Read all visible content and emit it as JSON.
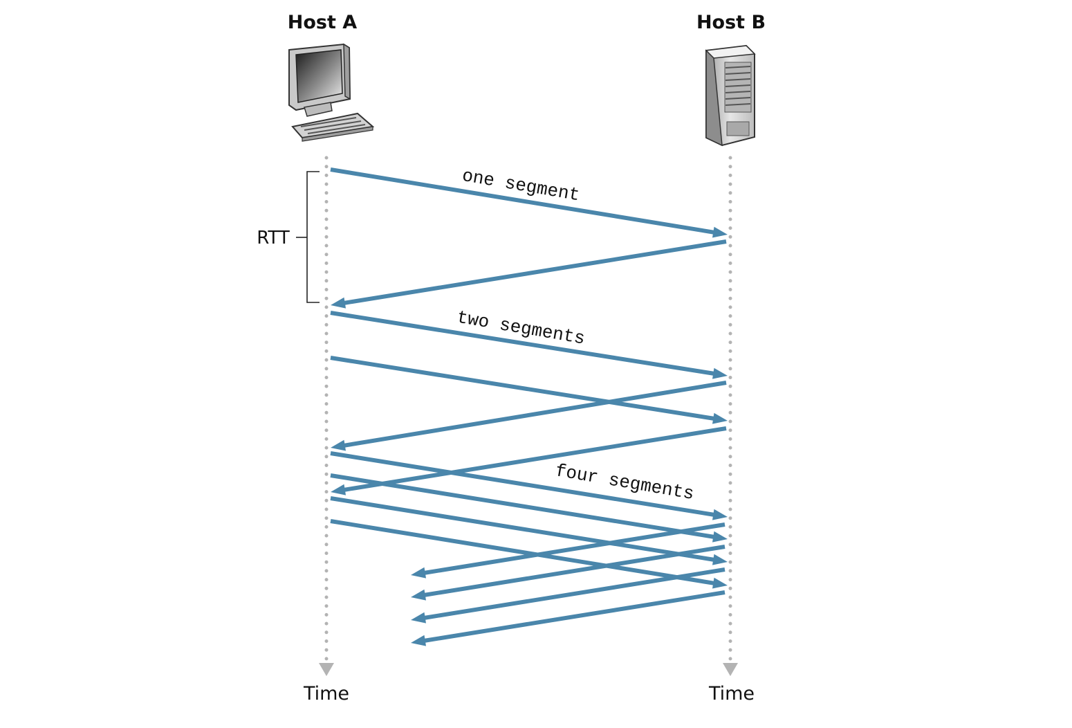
{
  "colors": {
    "arrow": "#4a86ab",
    "timeline": "#b3b3b3",
    "text": "#111111"
  },
  "hosts": {
    "a": {
      "label": "Host A",
      "icon": "desktop-computer-icon"
    },
    "b": {
      "label": "Host B",
      "icon": "server-tower-icon"
    }
  },
  "time_labels": {
    "a": "Time",
    "b": "Time"
  },
  "rtt_label": "RTT",
  "segment_labels": {
    "one": "one segment",
    "two": "two segments",
    "four": "four segments"
  }
}
